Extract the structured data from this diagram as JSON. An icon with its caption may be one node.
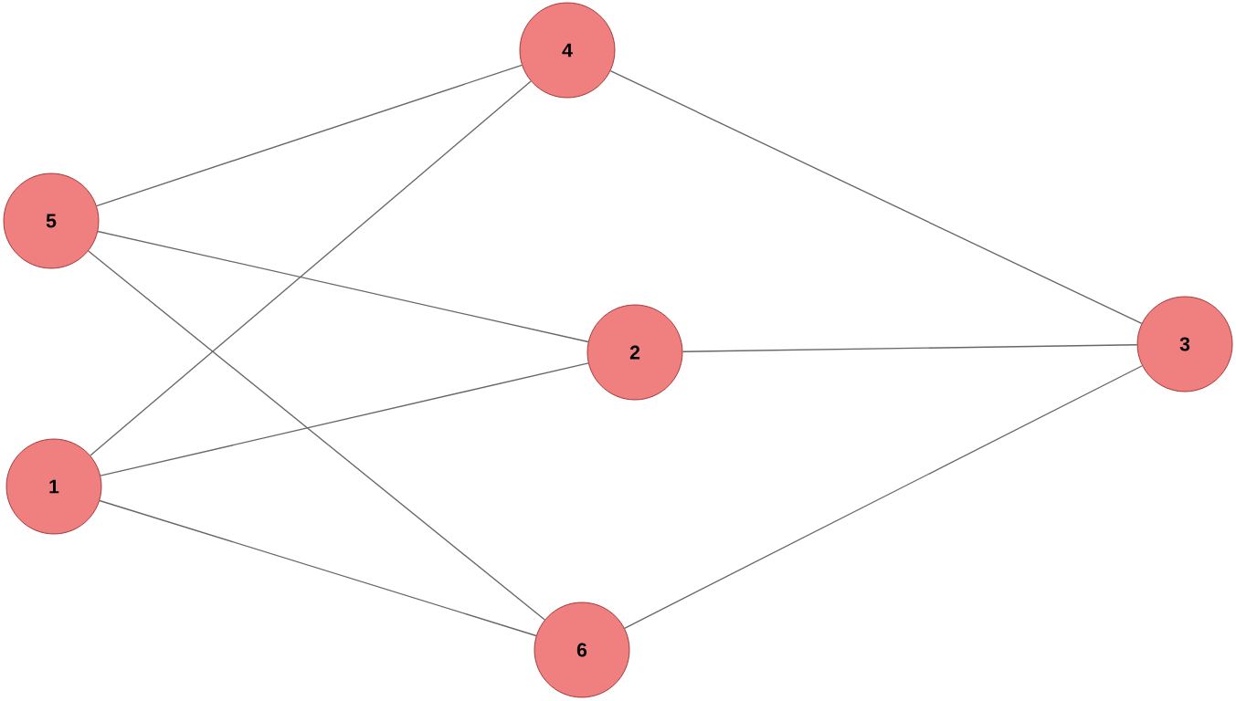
{
  "diagram": {
    "nodes": [
      {
        "text": [
          "1"
        ]
      },
      {
        "text": [
          "2"
        ]
      },
      {
        "text": [
          "3"
        ]
      },
      {
        "text": [
          "4"
        ]
      },
      {
        "text": [
          "5"
        ]
      },
      {
        "text": [
          "6"
        ]
      }
    ],
    "edges": [
      {
        "from": 4,
        "to": 3,
        "arrow": "none"
      },
      {
        "from": 4,
        "to": 1,
        "arrow": "none"
      },
      {
        "from": 4,
        "to": 5,
        "arrow": "none"
      },
      {
        "from": 0,
        "to": 3,
        "arrow": "none"
      },
      {
        "from": 0,
        "to": 1,
        "arrow": "none"
      },
      {
        "from": 0,
        "to": 5,
        "arrow": "none"
      },
      {
        "from": 3,
        "to": 2,
        "arrow": "none"
      },
      {
        "from": 1,
        "to": 2,
        "arrow": "none"
      },
      {
        "from": 5,
        "to": 2,
        "arrow": "none"
      }
    ]
  }
}
